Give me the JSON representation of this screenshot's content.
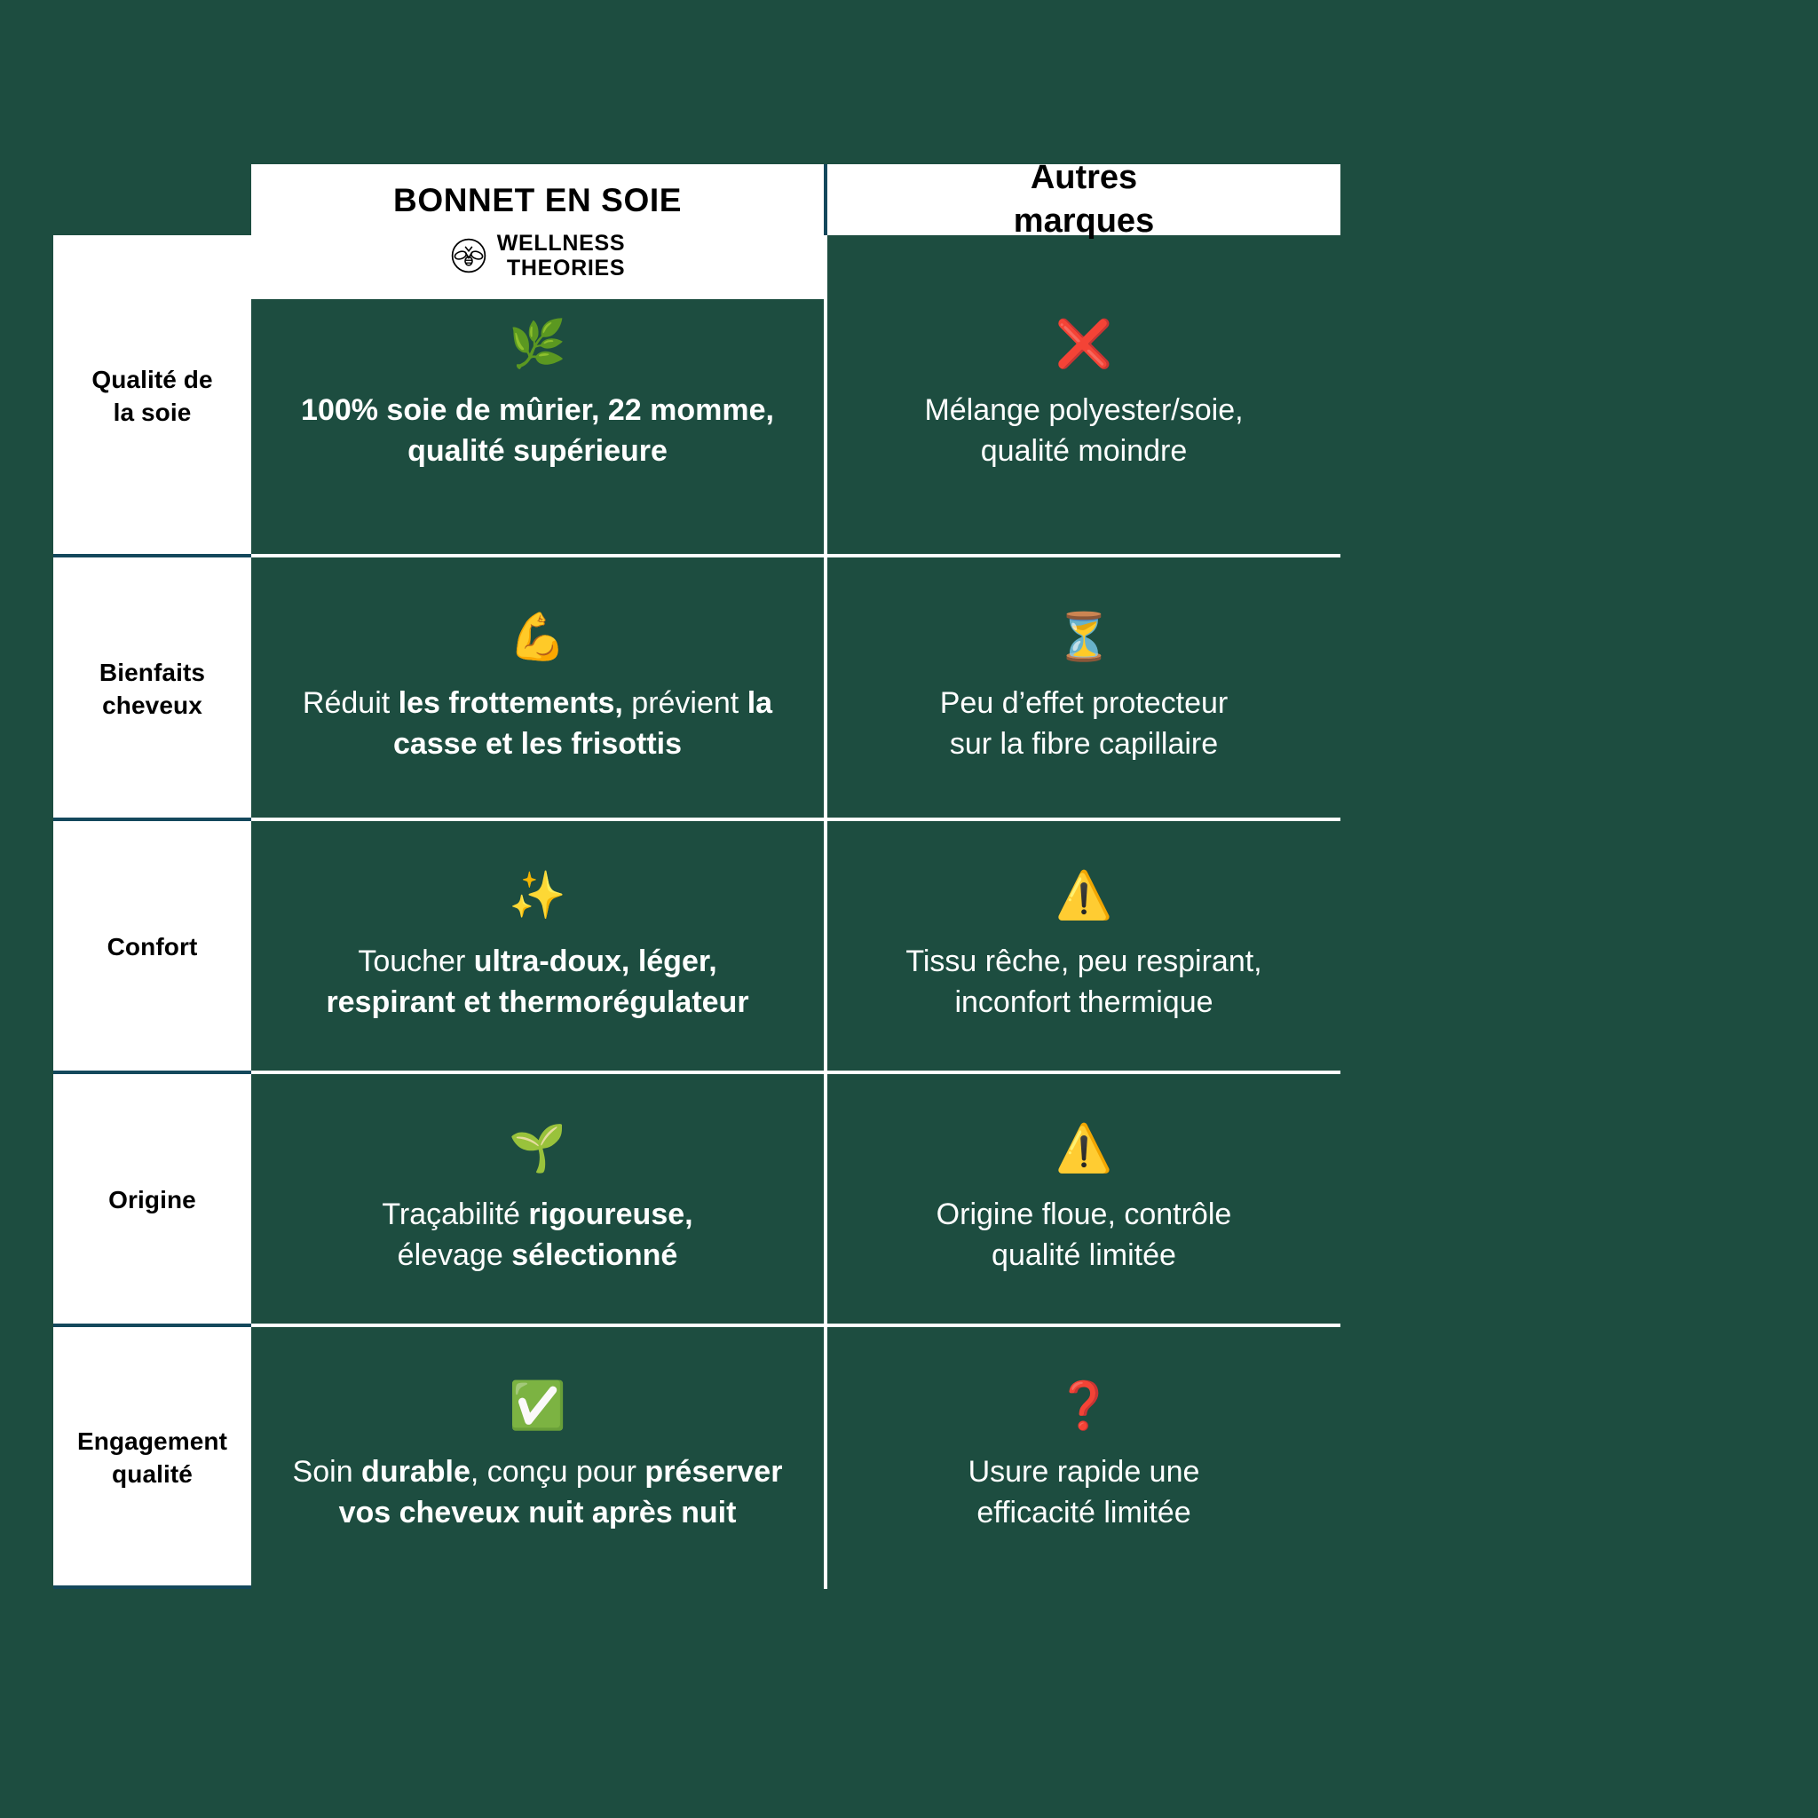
{
  "theme": {
    "background": "#1d4d40",
    "panel_white": "#ffffff",
    "rule_navy": "#14485c",
    "text_light": "#ffffff",
    "text_dark": "#000000"
  },
  "header": {
    "product_title": "BONNET EN SOIE",
    "brand_line_1": "WELLNESS",
    "brand_line_2": "THEORIES",
    "brand_mark": "bee-in-circle-logo",
    "other_title": "Autres\nmarques"
  },
  "columns": [
    {
      "key": "label",
      "heading": ""
    },
    {
      "key": "product",
      "heading": "BONNET EN SOIE"
    },
    {
      "key": "other",
      "heading": "Autres marques"
    }
  ],
  "rows": [
    {
      "label": "Qualité de\nla soie",
      "product": {
        "icon": "herb-emoji",
        "icon_glyph": "🌿",
        "text": "100% soie de mûrier, 22 momme, qualité supérieure",
        "html": "100% soie de mûrier, 22 momme,<br>qualité supérieure"
      },
      "other": {
        "icon": "cross-mark-emoji",
        "icon_glyph": "❌",
        "text": "Mélange polyester/soie, qualité moindre",
        "html": "Mélange polyester/soie,<br>qualité moindre"
      }
    },
    {
      "label": "Bienfaits\ncheveux",
      "product": {
        "icon": "flexed-biceps-emoji",
        "icon_glyph": "💪",
        "text": "Réduit les frottements, prévient la casse et les frisottis",
        "html": "<span class=\"rg\">Réduit </span><b>les frottements,</b><span class=\"rg\"> prévient </span><b>la<br>casse et les frisottis</b>"
      },
      "other": {
        "icon": "hourglass-emoji",
        "icon_glyph": "⏳",
        "text": "Peu d’effet protecteur sur la fibre capillaire",
        "html": "Peu d’effet protecteur<br>sur la fibre capillaire"
      }
    },
    {
      "label": "Confort",
      "product": {
        "icon": "sparkles-emoji",
        "icon_glyph": "✨",
        "text": "Toucher ultra-doux, léger, respirant et thermorégulateur",
        "html": "<span class=\"rg\">Toucher </span><b>ultra-doux, léger,<br>respirant et thermorégulateur</b>"
      },
      "other": {
        "icon": "warning-emoji",
        "icon_glyph": "⚠️",
        "text": "Tissu rêche, peu respirant, inconfort thermique",
        "html": "Tissu rêche, peu respirant,<br>inconfort thermique"
      }
    },
    {
      "label": "Origine",
      "product": {
        "icon": "seedling-emoji",
        "icon_glyph": "🌱",
        "text": "Traçabilité rigoureuse, élevage sélectionné",
        "html": "<span class=\"rg\">Traçabilité </span><b>rigoureuse,</b><br><span class=\"rg\">élevage </span><b>sélectionné</b>"
      },
      "other": {
        "icon": "warning-emoji",
        "icon_glyph": "⚠️",
        "text": "Origine floue, contrôle qualité limitée",
        "html": "Origine floue, contrôle<br>qualité limitée"
      }
    },
    {
      "label": "Engagement\nqualité",
      "product": {
        "icon": "check-mark-button-emoji",
        "icon_glyph": "✅",
        "text": "Soin durable, conçu pour préserver vos cheveux nuit après nuit",
        "html": "<span class=\"rg\">Soin </span><b>durable</b><span class=\"rg\">, conçu pour </span><b>préserver<br>vos cheveux nuit après nuit</b>"
      },
      "other": {
        "icon": "question-mark-emoji",
        "icon_glyph": "❓",
        "text": "Usure rapide une efficacité limitée",
        "html": "Usure rapide une<br>efficacité limitée"
      }
    }
  ]
}
